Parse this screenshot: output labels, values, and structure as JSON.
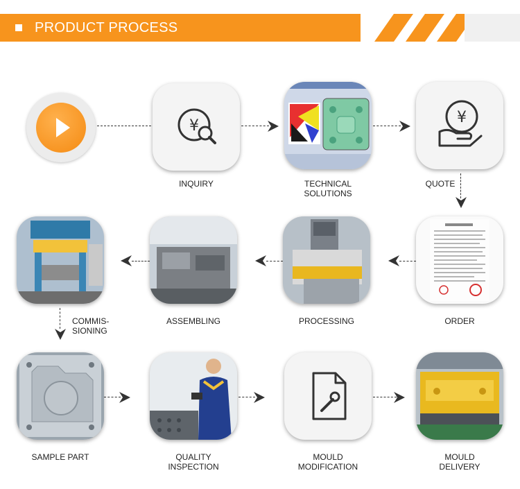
{
  "header": {
    "title": "PRODUCT PROCESS"
  },
  "colors": {
    "accent": "#f7941d",
    "dark": "#333333"
  },
  "steps": {
    "inquiry": {
      "line1": "INQUIRY",
      "line2": ""
    },
    "technical": {
      "line1": "TECHNICAL",
      "line2": "SOLUTIONS"
    },
    "quote": {
      "line1": "QUOTE",
      "line2": ""
    },
    "order": {
      "line1": "ORDER",
      "line2": ""
    },
    "processing": {
      "line1": "PROCESSING",
      "line2": ""
    },
    "assembling": {
      "line1": "ASSEMBLING",
      "line2": ""
    },
    "commissioning": {
      "line1": "COMMIS-",
      "line2": "SIONING"
    },
    "sample": {
      "line1": "SAMPLE PART",
      "line2": ""
    },
    "quality": {
      "line1": "QUALITY",
      "line2": "INSPECTION"
    },
    "modification": {
      "line1": "MOULD",
      "line2": "MODIFICATION"
    },
    "delivery": {
      "line1": "MOULD",
      "line2": "DELIVERY"
    }
  }
}
